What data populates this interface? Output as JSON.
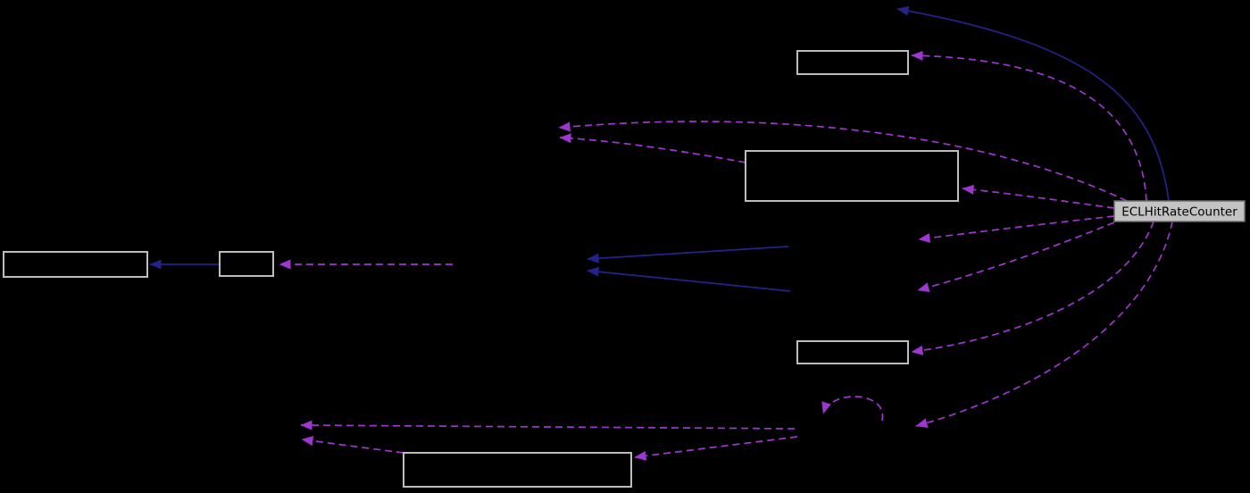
{
  "diagram": {
    "kind": "collaboration-graph",
    "main_node": {
      "label": "ECLHitRateCounter"
    },
    "colors": {
      "background": "#000000",
      "inheritance-edge": "#23238b",
      "usage-edge": "#9e36d0",
      "box-border": "#bdbdbd",
      "box-fill": "#000000",
      "main-node-fill": "#c3c3c3",
      "main-node-border": "#6e6e6e",
      "main-node-text": "#000000"
    },
    "stats": {
      "unlabeled_boxes": 6,
      "solid_inheritance_edges": 4,
      "dashed_usage_edges": 13,
      "self_loops": 1
    }
  }
}
